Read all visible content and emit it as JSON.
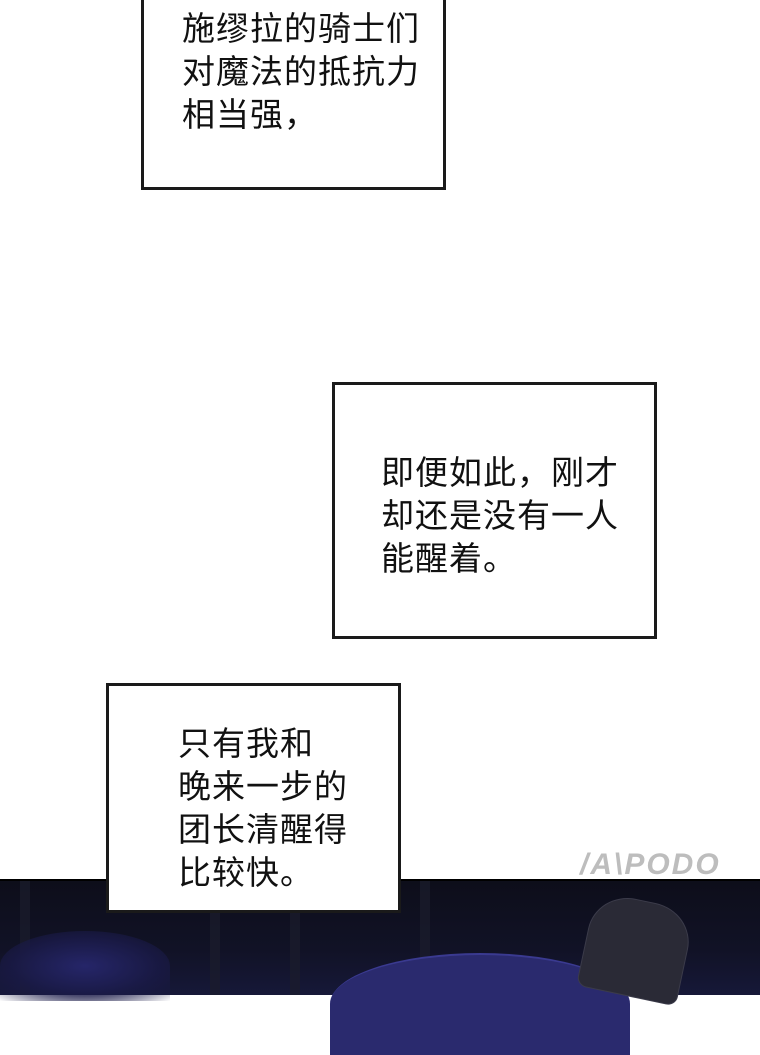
{
  "panels": [
    {
      "lines": [
        "施缪拉的骑士们",
        "对魔法的抵抗力",
        "相当强，"
      ]
    },
    {
      "lines": [
        "即便如此，刚才",
        "却还是没有一人",
        "能醒着。"
      ]
    },
    {
      "lines": [
        "只有我和",
        "晚来一步的",
        "团长清醒得",
        "比较快。"
      ]
    }
  ],
  "watermark": "/A\\PODO"
}
